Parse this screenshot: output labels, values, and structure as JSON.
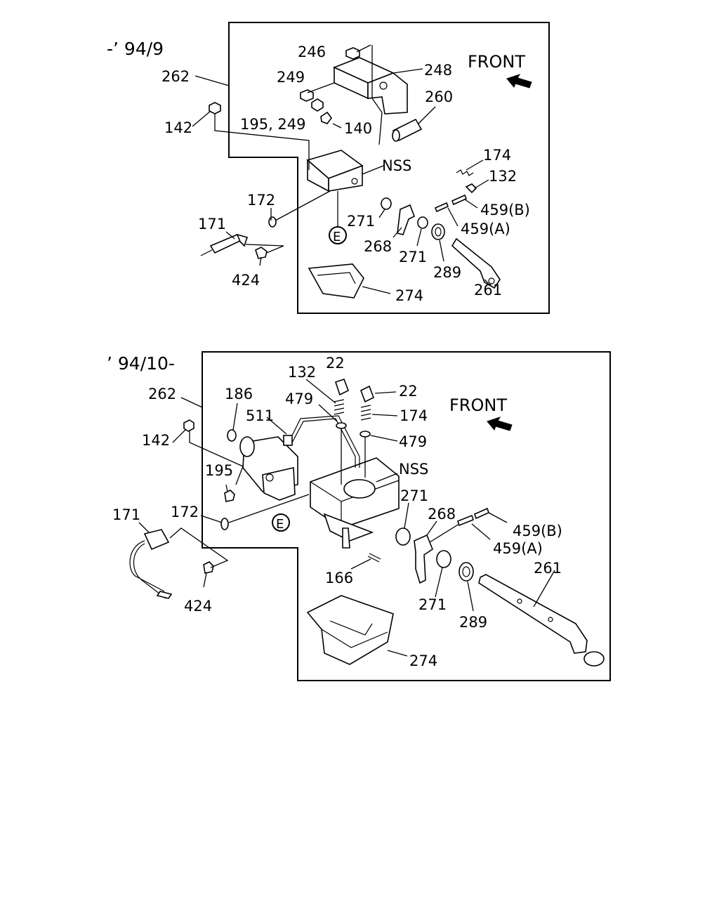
{
  "top": {
    "period": "-’ 94/9",
    "front": "FRONT",
    "labels": {
      "l262": "262",
      "l246": "246",
      "l249": "249",
      "l248": "248",
      "l142": "142",
      "l195_249": "195, 249",
      "l140": "140",
      "l260": "260",
      "lNSS": "NSS",
      "l174": "174",
      "l132": "132",
      "l172": "172",
      "l459B": "459(B)",
      "l271a": "271",
      "l459A": "459(A)",
      "l171": "171",
      "lE": "E",
      "l268": "268",
      "l271b": "271",
      "l289": "289",
      "l424": "424",
      "l261": "261",
      "l274": "274"
    }
  },
  "bottom": {
    "period": "’ 94/10-",
    "front": "FRONT",
    "labels": {
      "l22a": "22",
      "l132": "132",
      "l22b": "22",
      "l262": "262",
      "l186": "186",
      "l479a": "479",
      "l174": "174",
      "l511": "511",
      "l142": "142",
      "l479b": "479",
      "lNSS": "NSS",
      "l195": "195",
      "l271a": "271",
      "l268": "268",
      "l172": "172",
      "l171": "171",
      "lE": "E",
      "l459B": "459(B)",
      "l459A": "459(A)",
      "l261": "261",
      "l166": "166",
      "l271b": "271",
      "l424": "424",
      "l289": "289",
      "l274": "274"
    }
  }
}
